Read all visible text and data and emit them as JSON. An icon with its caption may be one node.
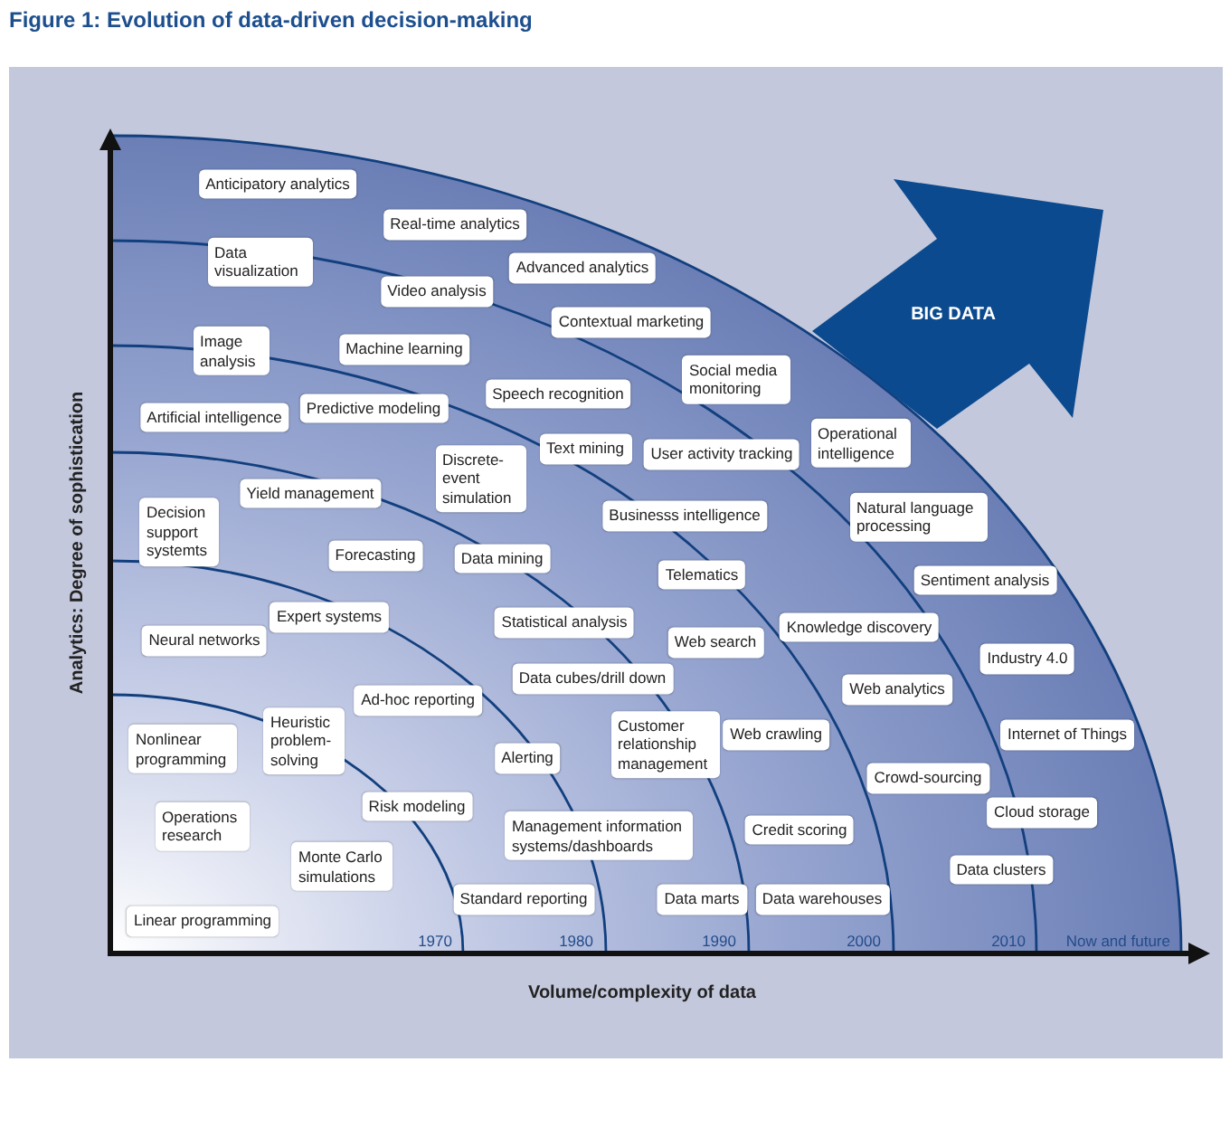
{
  "diagram": {
    "title": "Figure 1: Evolution of data-driven decision-making",
    "nodes": [
      {
        "text": [
          "Anticipatory analytics"
        ]
      },
      {
        "text": [
          "Real-time analytics"
        ]
      },
      {
        "text": [
          "Data visualization"
        ]
      },
      {
        "text": [
          "Advanced analytics"
        ]
      },
      {
        "text": [
          "Video analysis"
        ]
      },
      {
        "text": [
          "Contextual marketing"
        ]
      },
      {
        "text": [
          "Image analysis"
        ]
      },
      {
        "text": [
          "Machine learning"
        ]
      },
      {
        "text": [
          "BIG DATA"
        ]
      },
      {
        "text": [
          "Social media monitoring"
        ]
      },
      {
        "text": [
          "Speech recognition"
        ]
      },
      {
        "text": [
          "Predictive modeling"
        ]
      },
      {
        "text": [
          "Artificial intelligence"
        ]
      },
      {
        "text": [
          "Operational intelligence"
        ]
      },
      {
        "text": [
          "Text mining"
        ]
      },
      {
        "text": [
          "Discrete-event simulation"
        ]
      },
      {
        "text": [
          "User activity tracking"
        ]
      },
      {
        "text": [
          "Yield management"
        ]
      },
      {
        "text": [
          "Natural language processing"
        ]
      },
      {
        "text": [
          "Decision support systemts"
        ]
      },
      {
        "text": [
          "Businesss intelligence"
        ]
      },
      {
        "text": [
          "Forecasting"
        ]
      },
      {
        "text": [
          "Data mining"
        ]
      },
      {
        "text": [
          "Telematics"
        ]
      },
      {
        "text": [
          "Sentiment analysis"
        ]
      },
      {
        "text": [
          "Expert systems"
        ]
      },
      {
        "text": [
          "Statistical analysis"
        ]
      },
      {
        "text": [
          "Knowledge discovery"
        ]
      },
      {
        "text": [
          "Neural networks"
        ]
      },
      {
        "text": [
          "Web search"
        ]
      },
      {
        "text": [
          "Industry 4.0"
        ]
      },
      {
        "text": [
          "Data cubes/drill down"
        ]
      },
      {
        "text": [
          "Web analytics"
        ]
      },
      {
        "text": [
          "Ad-hoc reporting"
        ]
      },
      {
        "text": [
          "Heuristic problem-solving"
        ]
      },
      {
        "text": [
          "Customer relationship management"
        ]
      },
      {
        "text": [
          "Nonlinear programming"
        ]
      },
      {
        "text": [
          "Web crawling"
        ]
      },
      {
        "text": [
          "Internet of Things"
        ]
      },
      {
        "text": [
          "Alerting"
        ]
      },
      {
        "text": [
          "Crowd-sourcing"
        ]
      },
      {
        "text": [
          "Risk modeling"
        ]
      },
      {
        "text": [
          "Cloud storage"
        ]
      },
      {
        "text": [
          "Operations research"
        ]
      },
      {
        "text": [
          "Management information systems/dashboards"
        ]
      },
      {
        "text": [
          "Credit scoring"
        ]
      },
      {
        "text": [
          "Monte Carlo simulations"
        ]
      },
      {
        "text": [
          "Data clusters"
        ]
      },
      {
        "text": [
          "Standard reporting"
        ]
      },
      {
        "text": [
          "Data marts"
        ]
      },
      {
        "text": [
          "Data warehouses"
        ]
      },
      {
        "text": [
          "Linear programming"
        ]
      }
    ],
    "labels": [
      "Analytics: Degree of sophistication",
      "1970",
      "1980",
      "1990",
      "2000",
      "2010",
      "Now and future",
      "Volume/complexity of data"
    ]
  }
}
